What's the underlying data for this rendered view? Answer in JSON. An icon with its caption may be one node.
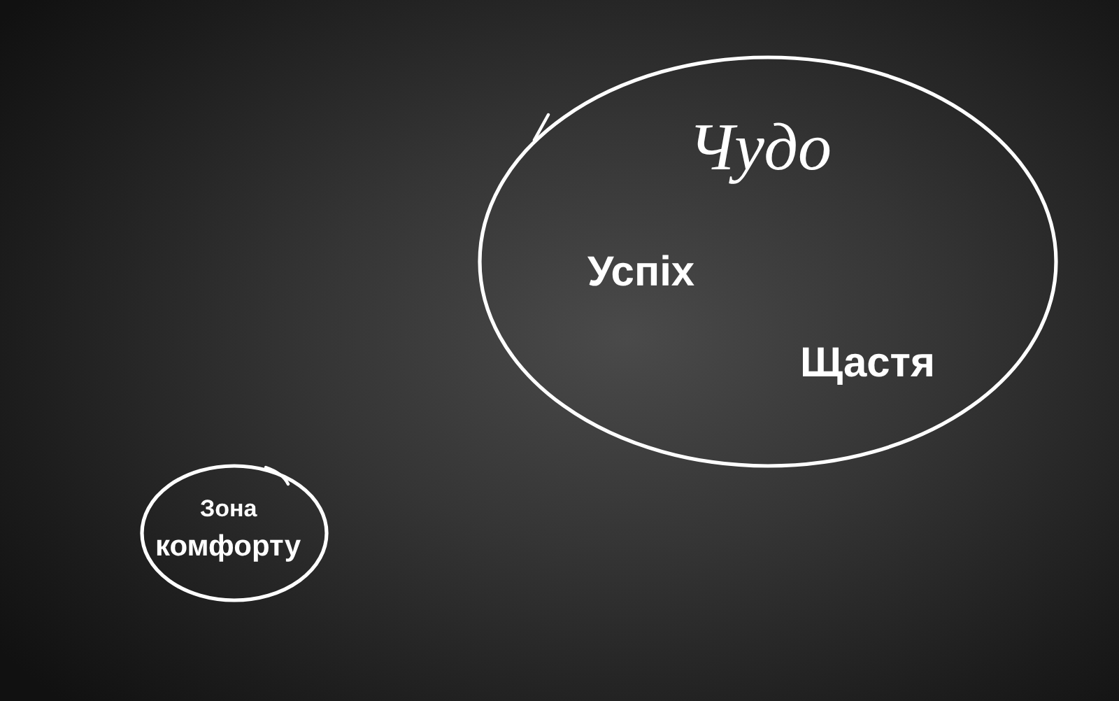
{
  "diagram": {
    "nodes": [
      {
        "text": [
          "Чудо",
          "Успіх",
          "Щастя"
        ]
      },
      {
        "text": [
          "Зона",
          "комфорту"
        ]
      }
    ]
  }
}
